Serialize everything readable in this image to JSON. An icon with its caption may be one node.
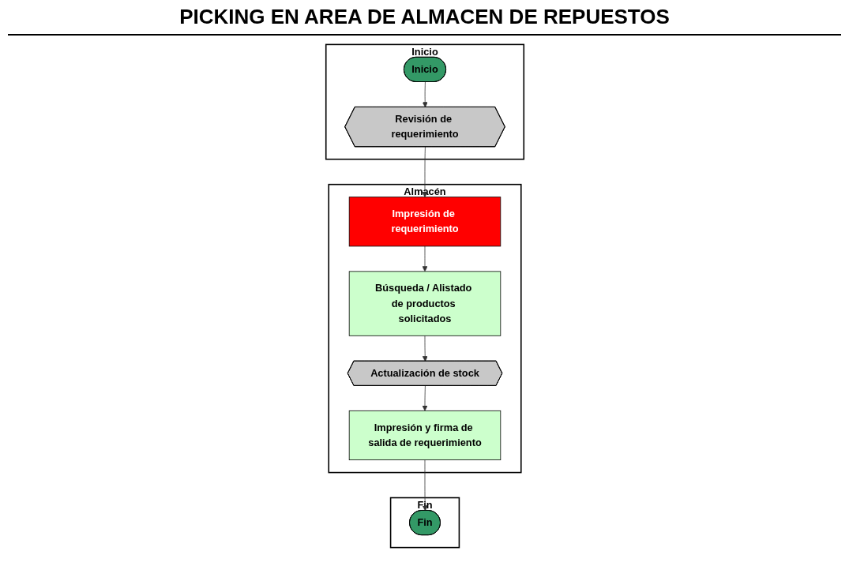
{
  "diagram": {
    "title": "PICKING EN AREA DE ALMACEN DE REPUESTOS",
    "nodes": [
      {
        "text": [
          "Inicio"
        ]
      },
      {
        "text": [
          "Inicio"
        ],
        "in": 0
      },
      {
        "text": [
          "Revisión de requerimiento"
        ],
        "in": 0
      },
      {
        "text": [
          "Almacén"
        ]
      },
      {
        "text": [
          "Impresión de requerimiento"
        ],
        "in": 3
      },
      {
        "text": [
          "Búsqueda / Alistado de productos solicitados"
        ],
        "in": 3
      },
      {
        "text": [
          "Actualización de stock"
        ],
        "in": 3
      },
      {
        "text": [
          "Impresión y firma de salida de requerimiento"
        ],
        "in": 3
      },
      {
        "text": [
          "Fin"
        ]
      },
      {
        "text": [
          "Fin"
        ],
        "in": 8
      }
    ],
    "edges": [
      {
        "from": 1,
        "to": 2,
        "arrow": "to"
      },
      {
        "from": 2,
        "to": 4,
        "arrow": "to"
      },
      {
        "from": 4,
        "to": 5,
        "arrow": "to"
      },
      {
        "from": 5,
        "to": 6,
        "arrow": "to"
      },
      {
        "from": 6,
        "to": 7,
        "arrow": "to"
      },
      {
        "from": 7,
        "to": 9,
        "arrow": "to"
      }
    ]
  }
}
